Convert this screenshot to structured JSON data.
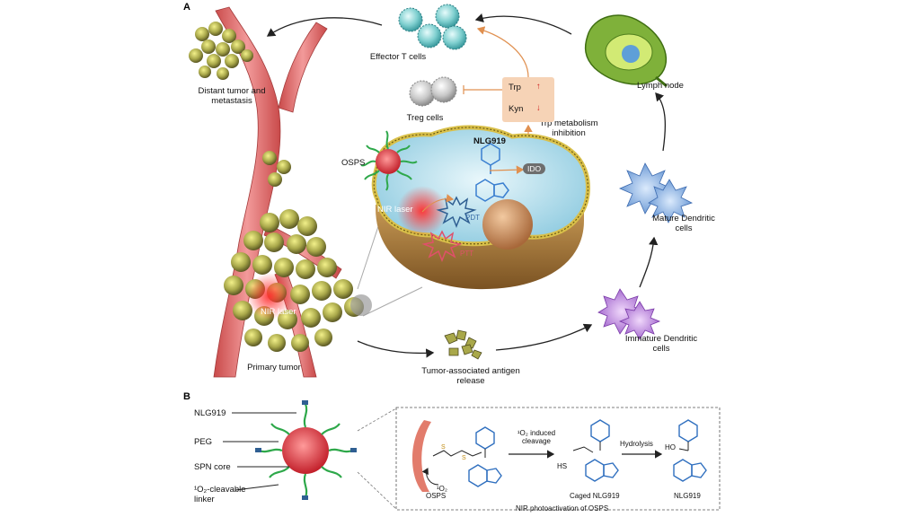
{
  "panels": {
    "a": "A",
    "b": "B"
  },
  "labels": {
    "effector_t_cells": "Effector T cells",
    "distant_tumor": "Distant tumor and\nmetastasis",
    "lymph_node": "Lymph node",
    "treg_cells": "Treg cells",
    "trp_metabolism": "Trp metabolism\ninhibition",
    "trp": "Trp",
    "kyn": "Kyn",
    "nlg919_top": "NLG919",
    "ido": "IDO",
    "osps_top": "OSPS",
    "nir_laser_cell": "NIR laser",
    "pdt": "PDT",
    "ptt": "PTT",
    "mature_dc": "Mature Dendritic\ncells",
    "immature_dc": "Immature Dendritic\ncells",
    "nir_laser_tumor": "NIR laser",
    "primary_tumor": "Primary tumor",
    "antigen_release": "Tumor-associated antigen\nrelease"
  },
  "panel_b": {
    "nlg919": "NLG919",
    "peg": "PEG",
    "spn_core": "SPN core",
    "cleavable_linker": "¹O₂-cleavable\nlinker",
    "o2_induced": "¹O₂ induced\ncleavage",
    "hydrolysis": "Hydrolysis",
    "o2_small": "¹O₂",
    "osps": "OSPS",
    "caged": "Caged NLG919",
    "nlg919_product": "NLG919",
    "caption": "NIR photoactivation of OSPS",
    "hs": "HS",
    "ho": "HO"
  }
}
